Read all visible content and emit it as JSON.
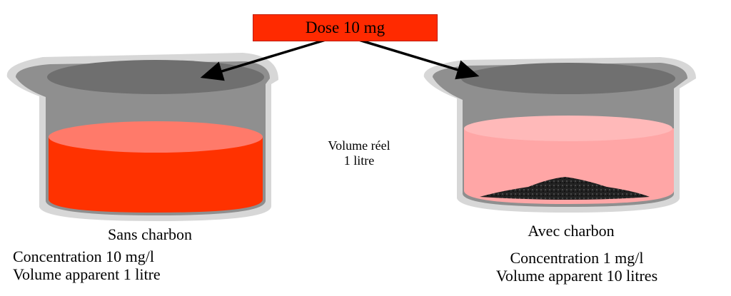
{
  "dose": {
    "label": "Dose 10 mg"
  },
  "real_volume": {
    "line1": "Volume réel",
    "line2": "1 litre"
  },
  "left_beaker": {
    "title": "Sans charbon",
    "concentration": "Concentration 10 mg/l",
    "apparent_volume": "Volume apparent 1 litre"
  },
  "right_beaker": {
    "title": "Avec charbon",
    "concentration": "Concentration 1 mg/l",
    "apparent_volume": "Volume apparent 10 litres"
  },
  "colors": {
    "dose_box": "#ff2a00",
    "liquid_concentrated": "#ff3200",
    "liquid_concentrated_top": "#ff7a6a",
    "liquid_dilute": "#ffa6a6",
    "liquid_dilute_top": "#ffb9b9",
    "glass_gray": "#909090",
    "rim_light": "#d7d7d7",
    "charcoal": "#1a1a1a"
  },
  "icons": [
    "arrow-icon",
    "beaker-icon",
    "charcoal-pile-icon"
  ]
}
